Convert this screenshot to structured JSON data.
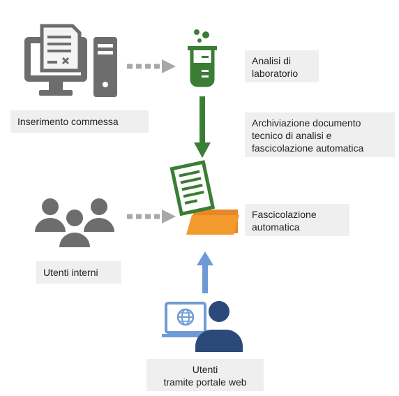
{
  "labels": {
    "inserimento": "Inserimento commessa",
    "analisi": "Analisi di\nlaboratorio",
    "archiviazione": "Archiviazione documento\ntecnico di analisi e\nfascicolazione automatica",
    "fascicolazione": "Fascicolazione\nautomatica",
    "utenti_interni": "Utenti interni",
    "utenti_portale": "Utenti\ntramite portale web"
  },
  "icons": {
    "computer": "computer-icon",
    "lab": "beaker-icon",
    "folder": "folder-document-icon",
    "users": "users-group-icon",
    "web_user": "web-user-icon"
  },
  "colors": {
    "gray": "#6d6d6d",
    "green": "#3a7d34",
    "orange": "#f29a2e",
    "blue": "#2b4a7a",
    "light_blue": "#6f9ad6",
    "label_bg": "#efefef"
  }
}
